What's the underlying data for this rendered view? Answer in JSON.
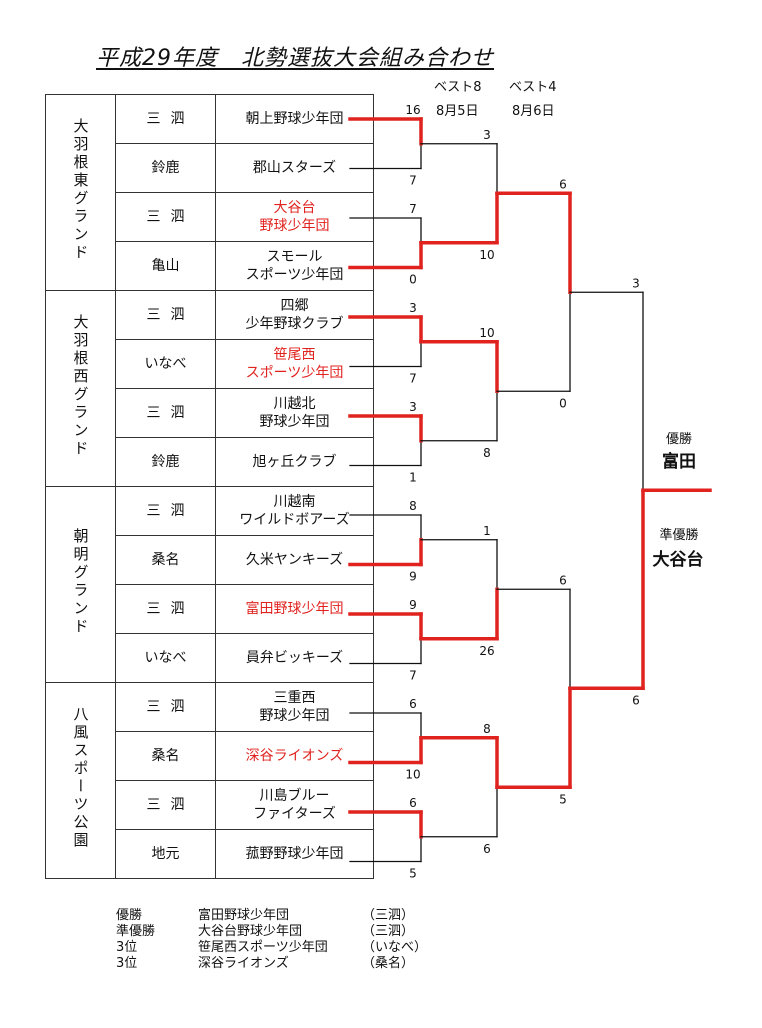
{
  "title": "平成29年度　北勢選抜大会組み合わせ",
  "headers": {
    "best8": "ベスト8",
    "best8_date": "8月5日",
    "best4": "ベスト4",
    "best4_date": "8月6日"
  },
  "venues": [
    {
      "name": "大羽根東グランド",
      "rows": 4
    },
    {
      "name": "大羽根西グランド",
      "rows": 4
    },
    {
      "name": "朝明グランド",
      "rows": 4
    },
    {
      "name": "八風スポーツ公園",
      "rows": 4
    }
  ],
  "teams": [
    {
      "area": "三　泗",
      "name": "朝上野球少年団",
      "highlight": false
    },
    {
      "area": "鈴鹿",
      "name": "郡山スターズ",
      "highlight": false
    },
    {
      "area": "三　泗",
      "name": "大谷台\n野球少年団",
      "highlight": true
    },
    {
      "area": "亀山",
      "name": "スモール\nスポーツ少年団",
      "highlight": false
    },
    {
      "area": "三　泗",
      "name": "四郷\n少年野球クラブ",
      "highlight": false
    },
    {
      "area": "いなべ",
      "name": "笹尾西\nスポーツ少年団",
      "highlight": true
    },
    {
      "area": "三　泗",
      "name": "川越北\n野球少年団",
      "highlight": false
    },
    {
      "area": "鈴鹿",
      "name": "旭ヶ丘クラブ",
      "highlight": false
    },
    {
      "area": "三　泗",
      "name": "川越南\nワイルドボアーズ",
      "highlight": false
    },
    {
      "area": "桑名",
      "name": "久米ヤンキーズ",
      "highlight": false
    },
    {
      "area": "三　泗",
      "name": "富田野球少年団",
      "highlight": true
    },
    {
      "area": "いなべ",
      "name": "員弁ビッキーズ",
      "highlight": false
    },
    {
      "area": "三　泗",
      "name": "三重西\n野球少年団",
      "highlight": false
    },
    {
      "area": "桑名",
      "name": "深谷ライオンズ",
      "highlight": true
    },
    {
      "area": "三　泗",
      "name": "川島ブルー\nファイターズ",
      "highlight": false
    },
    {
      "area": "地元",
      "name": "菰野野球少年団",
      "highlight": false
    }
  ],
  "round1_scores": [
    "16",
    "7",
    "7",
    "0",
    "3",
    "7",
    "3",
    "1",
    "8",
    "9",
    "9",
    "7",
    "6",
    "10",
    "6",
    "5"
  ],
  "round2_scores": [
    "3",
    "10",
    "10",
    "8",
    "1",
    "26",
    "8",
    "6"
  ],
  "round3_scores": [
    "6",
    "0",
    "6",
    "5"
  ],
  "semi_scores": [
    "3",
    "6"
  ],
  "winners": {
    "round1": [
      0,
      1,
      0,
      0,
      1,
      0,
      1,
      0
    ],
    "round2": [
      1,
      0,
      1,
      0
    ],
    "round3": [
      0,
      1
    ],
    "final": 1
  },
  "final": {
    "champion_label": "優勝",
    "champion": "富田",
    "runner_up_label": "準優勝",
    "runner_up": "大谷台"
  },
  "colors": {
    "win": "#e0231f",
    "line": "#111111"
  },
  "summary": [
    {
      "rank": "優勝",
      "team": "富田野球少年団",
      "area": "（三泗）"
    },
    {
      "rank": "準優勝",
      "team": "大谷台野球少年団",
      "area": "（三泗）"
    },
    {
      "rank": "3位",
      "team": "笹尾西スポーツ少年団",
      "area": "（いなべ）"
    },
    {
      "rank": "3位",
      "team": "深谷ライオンズ",
      "area": "（桑名）"
    }
  ]
}
